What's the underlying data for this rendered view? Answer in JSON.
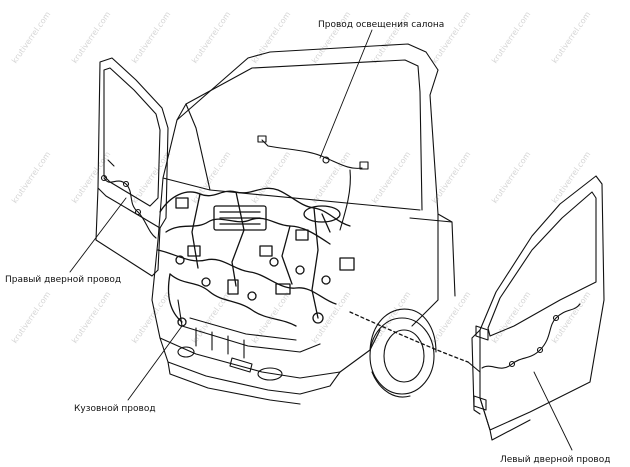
{
  "labels": {
    "interior_light_wire": "Провод освещения салона",
    "right_door_wire": "Правый дверной провод",
    "body_wire": "Кузовной провод",
    "left_door_wire": "Левый дверной провод"
  },
  "watermark": "krutiverrel.com",
  "colors": {
    "line": "#111111",
    "watermark": "#d6d6d6",
    "background": "#ffffff"
  }
}
